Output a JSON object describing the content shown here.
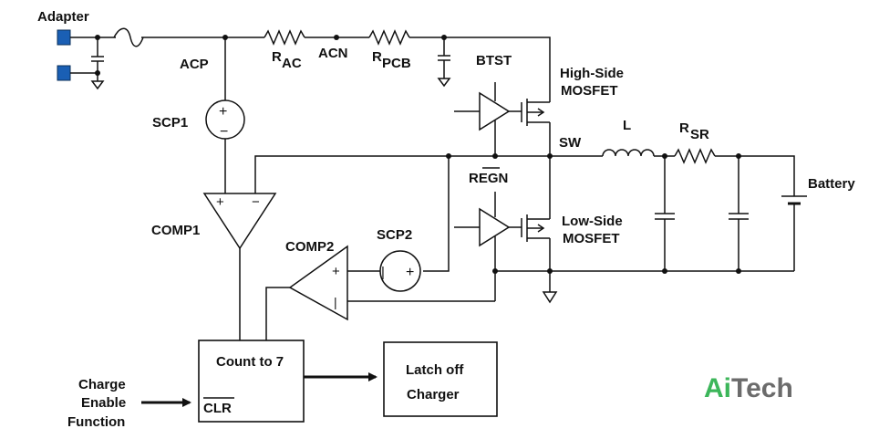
{
  "labels": {
    "adapter": "Adapter",
    "acp": "ACP",
    "acn": "ACN",
    "r_ac_main": "R",
    "r_ac_sub": "AC",
    "r_pcb_main": "R",
    "r_pcb_sub": "PCB",
    "btst": "BTST",
    "high_side_1": "High-Side",
    "high_side_2": "MOSFET",
    "sw": "SW",
    "inductor": "L",
    "r_sr_main": "R",
    "r_sr_sub": "SR",
    "battery": "Battery",
    "scp1": "SCP1",
    "comp1": "COMP1",
    "regn": "REGN",
    "low_side_1": "Low-Side",
    "low_side_2": "MOSFET",
    "comp2": "COMP2",
    "scp2": "SCP2",
    "count_to_7": "Count to 7",
    "clr": "CLR",
    "latch_1": "Latch off",
    "latch_2": "Charger",
    "charge_1": "Charge",
    "charge_2": "Enable",
    "charge_3": "Function",
    "plus": "+",
    "minus": "−",
    "bar": "|"
  },
  "logo": {
    "part1": "Ai",
    "part2": "Tech",
    "color1": "#3cb65a",
    "color2": "#6b6b6b"
  },
  "colors": {
    "terminal": "#1a5fb4",
    "wire": "#111111"
  }
}
